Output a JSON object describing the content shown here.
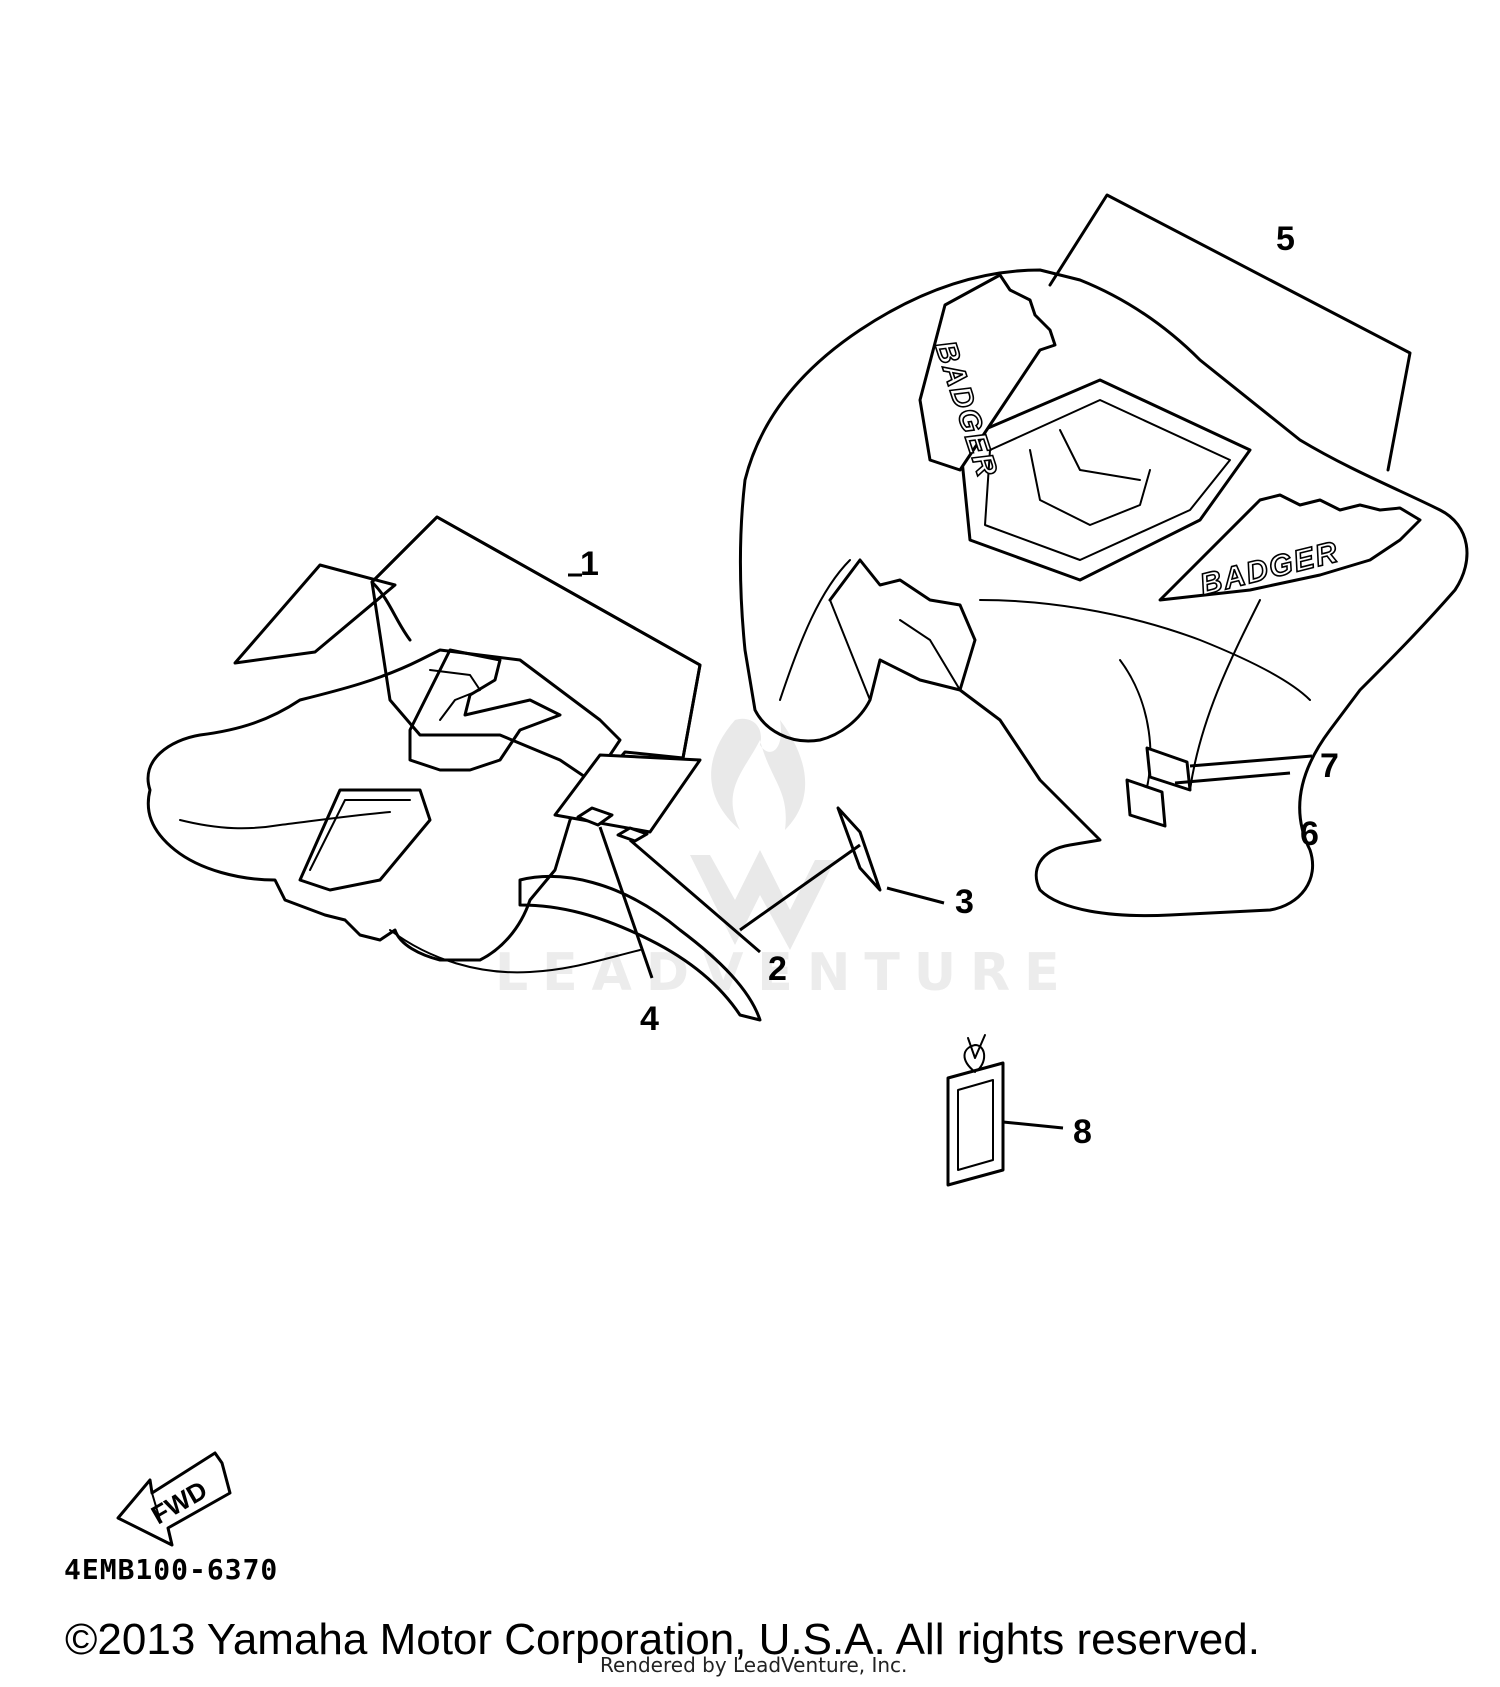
{
  "diagram": {
    "part_number": "4EMB100-6370",
    "fwd_label": "FWD",
    "decal_text": "BADGER",
    "watermark": "LEADVENTURE",
    "callouts": [
      {
        "id": "1",
        "label": "1"
      },
      {
        "id": "2",
        "label": "2"
      },
      {
        "id": "3",
        "label": "3"
      },
      {
        "id": "4",
        "label": "4"
      },
      {
        "id": "5",
        "label": "5"
      },
      {
        "id": "6",
        "label": "6"
      },
      {
        "id": "7",
        "label": "7"
      },
      {
        "id": "8",
        "label": "8"
      }
    ]
  },
  "footer": {
    "copyright": "©2013 Yamaha Motor Corporation, U.S.A. All rights reserved.",
    "rendered_by": "Rendered by LeadVenture, Inc."
  }
}
